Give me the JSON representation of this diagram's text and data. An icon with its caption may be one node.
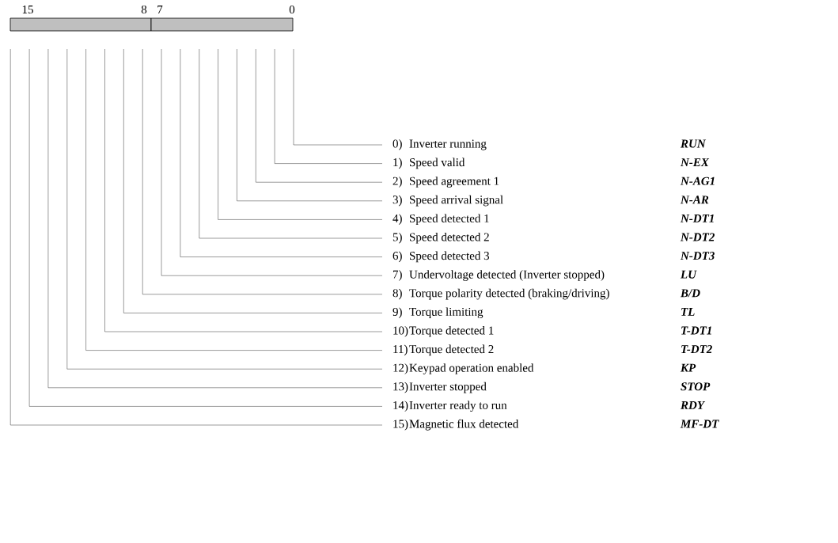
{
  "diagram": {
    "nodes": [
      {
        "text": [],
        "shape": "box"
      },
      {
        "text": [],
        "shape": "box"
      },
      {
        "text": [
          "0)",
          "Inverter running",
          "RUN"
        ]
      },
      {
        "text": [
          "1)",
          "Speed valid",
          "N-EX"
        ]
      },
      {
        "text": [
          "2)",
          "Speed agreement 1",
          "N-AG1"
        ]
      },
      {
        "text": [
          "3)",
          "Speed arrival signal",
          "N-AR"
        ]
      },
      {
        "text": [
          "4)",
          "Speed detected 1",
          "N-DT1"
        ]
      },
      {
        "text": [
          "5)",
          "Speed detected 2",
          "N-DT2"
        ]
      },
      {
        "text": [
          "6)",
          "Speed detected 3",
          "N-DT3"
        ]
      },
      {
        "text": [
          "7)",
          "Undervoltage detected (Inverter stopped)",
          "LU"
        ]
      },
      {
        "text": [
          "8)",
          "Torque polarity detected (braking/driving)",
          "B/D"
        ]
      },
      {
        "text": [
          "9)",
          "Torque limiting",
          "TL"
        ]
      },
      {
        "text": [
          "10)",
          "Torque detected 1",
          "T-DT1"
        ]
      },
      {
        "text": [
          "11)",
          "Torque detected 2",
          "T-DT2"
        ]
      },
      {
        "text": [
          "12)",
          "Keypad operation enabled",
          "KP"
        ]
      },
      {
        "text": [
          "13)",
          "Inverter stopped",
          "STOP"
        ]
      },
      {
        "text": [
          "14)",
          "Inverter ready to run",
          "RDY"
        ]
      },
      {
        "text": [
          "15)",
          "Magnetic flux detected",
          "MF-DT"
        ]
      }
    ],
    "edges": [
      {
        "from": null,
        "to": 2,
        "arrow": "none"
      },
      {
        "from": null,
        "to": 3,
        "arrow": "none"
      },
      {
        "from": null,
        "to": 4,
        "arrow": "none"
      },
      {
        "from": null,
        "to": 5,
        "arrow": "none"
      },
      {
        "from": null,
        "to": 6,
        "arrow": "none"
      },
      {
        "from": null,
        "to": 7,
        "arrow": "none"
      },
      {
        "from": null,
        "to": 8,
        "arrow": "none"
      },
      {
        "from": null,
        "to": 9,
        "arrow": "none"
      },
      {
        "from": null,
        "to": 10,
        "arrow": "none"
      },
      {
        "from": null,
        "to": 11,
        "arrow": "none"
      },
      {
        "from": null,
        "to": 12,
        "arrow": "none"
      },
      {
        "from": null,
        "to": 13,
        "arrow": "none"
      },
      {
        "from": null,
        "to": 14,
        "arrow": "none"
      },
      {
        "from": null,
        "to": 15,
        "arrow": "none"
      },
      {
        "from": null,
        "to": 16,
        "arrow": "none"
      },
      {
        "from": null,
        "to": 17,
        "arrow": "none"
      }
    ],
    "labels": [
      "15",
      "8",
      "7",
      "0"
    ]
  }
}
